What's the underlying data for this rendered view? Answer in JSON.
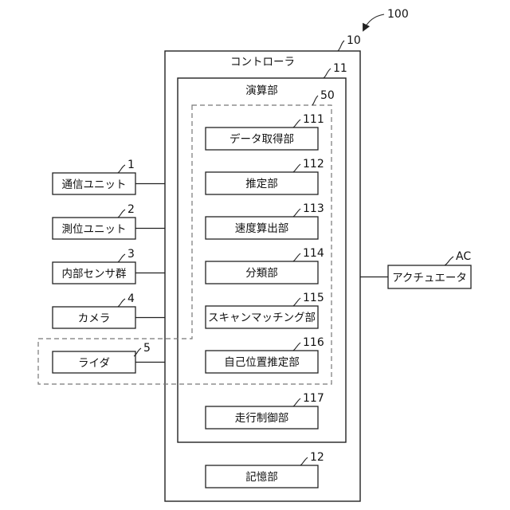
{
  "system": {
    "ref": "100"
  },
  "controller": {
    "ref": "10",
    "title": "コントローラ"
  },
  "compute": {
    "ref": "11",
    "title": "演算部"
  },
  "group50": {
    "ref": "50"
  },
  "modules": [
    {
      "ref": "111",
      "label": "データ取得部"
    },
    {
      "ref": "112",
      "label": "推定部"
    },
    {
      "ref": "113",
      "label": "速度算出部"
    },
    {
      "ref": "114",
      "label": "分類部"
    },
    {
      "ref": "115",
      "label": "スキャンマッチング部"
    },
    {
      "ref": "116",
      "label": "自己位置推定部"
    }
  ],
  "travel": {
    "ref": "117",
    "label": "走行制御部"
  },
  "memory": {
    "ref": "12",
    "label": "記憶部"
  },
  "sensors": [
    {
      "ref": "1",
      "label": "通信ユニット"
    },
    {
      "ref": "2",
      "label": "測位ユニット"
    },
    {
      "ref": "3",
      "label": "内部センサ群"
    },
    {
      "ref": "4",
      "label": "カメラ"
    },
    {
      "ref": "5",
      "label": "ライダ"
    }
  ],
  "actuator": {
    "ref": "AC",
    "label": "アクチュエータ"
  }
}
